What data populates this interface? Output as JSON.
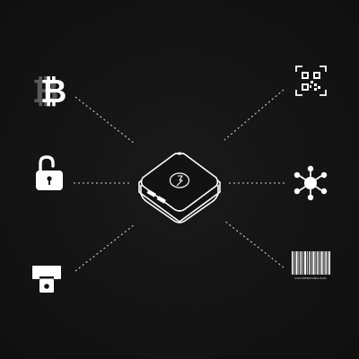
{
  "nodes": [
    {
      "id": "bitcoin",
      "icon": "bitcoin-icon"
    },
    {
      "id": "unlock",
      "icon": "unlocked-padlock-icon"
    },
    {
      "id": "card-terminal",
      "icon": "card-terminal-icon"
    },
    {
      "id": "qr-scan",
      "icon": "qr-code-scan-icon"
    },
    {
      "id": "network",
      "icon": "network-hub-icon"
    },
    {
      "id": "barcode",
      "icon": "barcode-icon"
    }
  ],
  "hub": {
    "icon": "nfc-reader-device-icon"
  },
  "barcode": {
    "caption": "OOOO INTERNATIONAL PLAZA"
  },
  "colors": {
    "background": "#121212",
    "stroke": "#ffffff",
    "link": "#e6e6e6"
  }
}
